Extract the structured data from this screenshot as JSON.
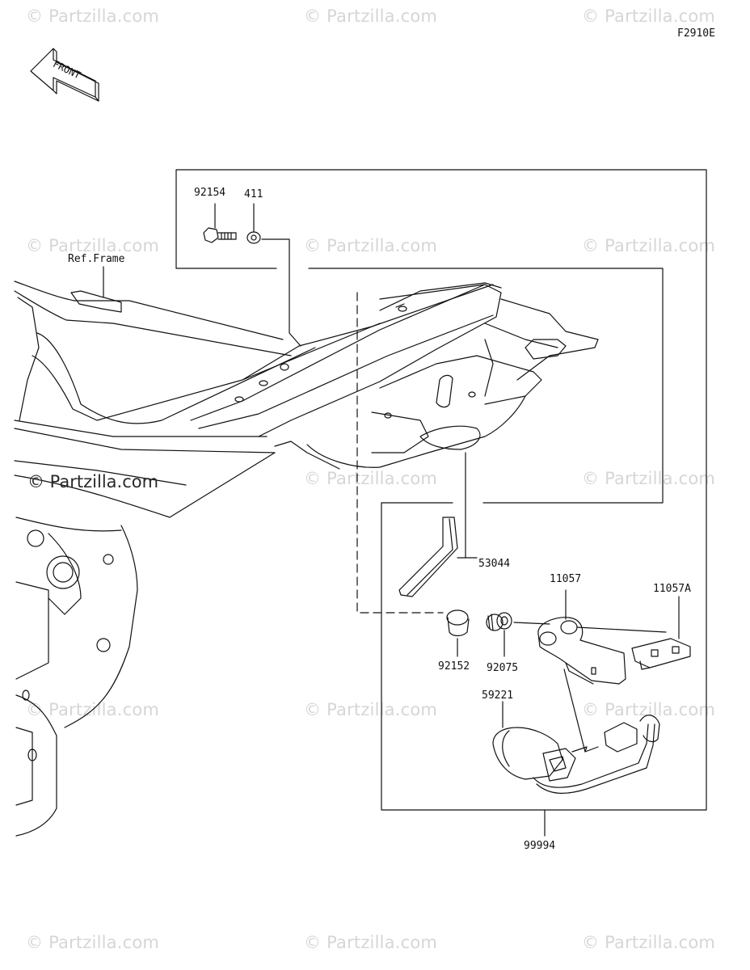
{
  "diagram": {
    "figure_code": "F2910E",
    "front_arrow_label": "FRONT",
    "ref_label": "Ref.Frame",
    "watermark_text": "© Partzilla.com",
    "colors": {
      "line": "#111111",
      "watermark": "#d6d6d6",
      "background": "#ffffff"
    },
    "parts": [
      {
        "number": "92154"
      },
      {
        "number": "411"
      },
      {
        "number": "53044"
      },
      {
        "number": "11057"
      },
      {
        "number": "11057A"
      },
      {
        "number": "92152"
      },
      {
        "number": "92075"
      },
      {
        "number": "59221"
      },
      {
        "number": "99994"
      }
    ]
  }
}
